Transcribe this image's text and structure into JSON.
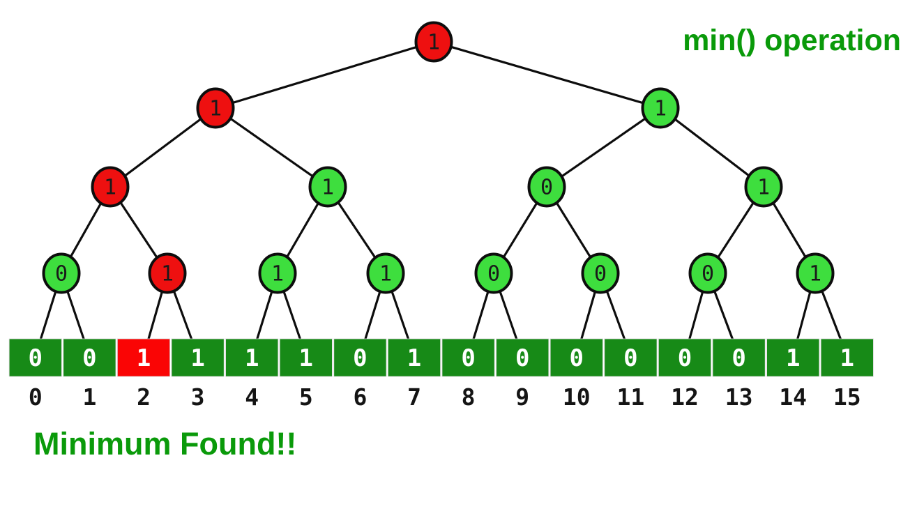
{
  "title": "min() operation",
  "caption": "Minimum Found!!",
  "colors": {
    "node_green": "#3ede3e",
    "node_red": "#ee1010",
    "cell_green": "#178a17",
    "cell_red": "#fa0505",
    "label_green": "#0a9a0a",
    "edge_black": "#0d0d0d",
    "node_text": "#1a1a1a",
    "cell_text": "#ffffff",
    "index_text": "#141414"
  },
  "tree": {
    "levels": [
      {
        "nodes": [
          {
            "value": "1",
            "state": "red"
          }
        ]
      },
      {
        "nodes": [
          {
            "value": "1",
            "state": "red"
          },
          {
            "value": "1",
            "state": "green"
          }
        ]
      },
      {
        "nodes": [
          {
            "value": "1",
            "state": "red"
          },
          {
            "value": "1",
            "state": "green"
          },
          {
            "value": "0",
            "state": "green"
          },
          {
            "value": "1",
            "state": "green"
          }
        ]
      },
      {
        "nodes": [
          {
            "value": "0",
            "state": "green"
          },
          {
            "value": "1",
            "state": "red"
          },
          {
            "value": "1",
            "state": "green"
          },
          {
            "value": "1",
            "state": "green"
          },
          {
            "value": "0",
            "state": "green"
          },
          {
            "value": "0",
            "state": "green"
          },
          {
            "value": "0",
            "state": "green"
          },
          {
            "value": "1",
            "state": "green"
          }
        ]
      }
    ]
  },
  "array": {
    "values": [
      "0",
      "0",
      "1",
      "1",
      "1",
      "1",
      "0",
      "1",
      "0",
      "0",
      "0",
      "0",
      "0",
      "0",
      "1",
      "1"
    ],
    "highlight_index": 2,
    "indices": [
      "0",
      "1",
      "2",
      "3",
      "4",
      "5",
      "6",
      "7",
      "8",
      "9",
      "10",
      "11",
      "12",
      "13",
      "14",
      "15"
    ]
  }
}
